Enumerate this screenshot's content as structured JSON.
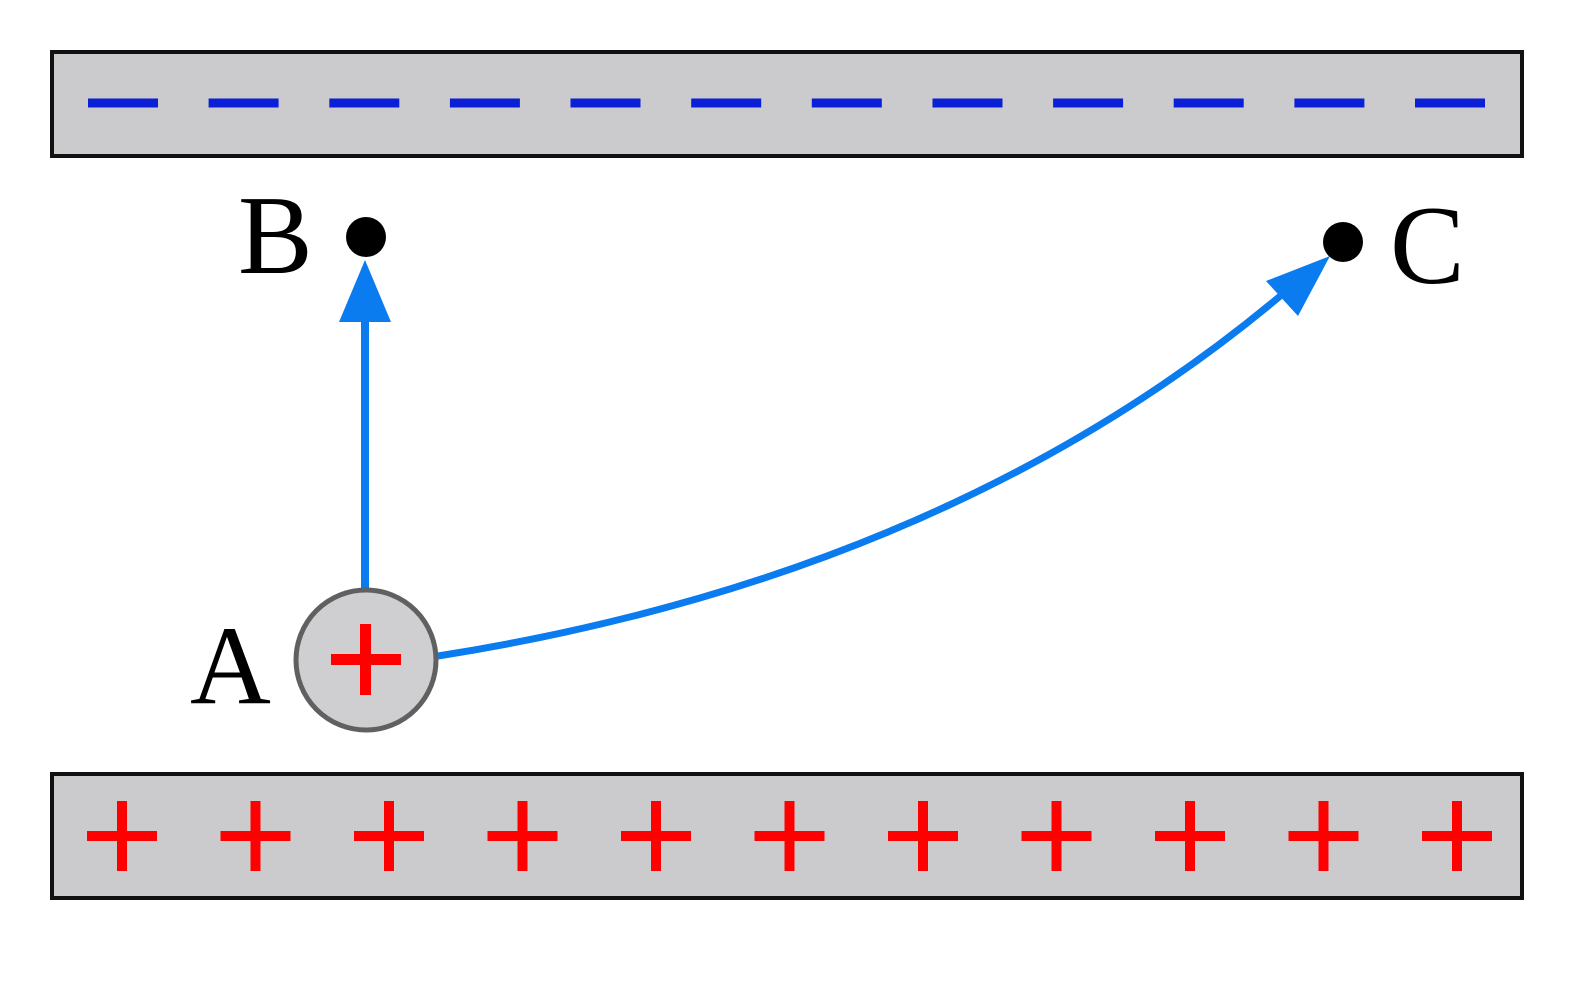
{
  "labels": {
    "a": "A",
    "b": "B",
    "c": "C"
  },
  "plates": {
    "top_charge_symbol": "−",
    "top_charge_count": 12,
    "bottom_charge_symbol": "+",
    "bottom_charge_count": 11
  },
  "charge": {
    "symbol": "+"
  },
  "colors": {
    "plate_fill": "#cbcbcd",
    "plate_border": "#111111",
    "negative": "#0a1fd6",
    "positive": "#ff0000",
    "path_arrow": "#0a7cf0",
    "charge_fill": "#cfcfd1",
    "charge_border": "#606060",
    "point": "#000000"
  }
}
